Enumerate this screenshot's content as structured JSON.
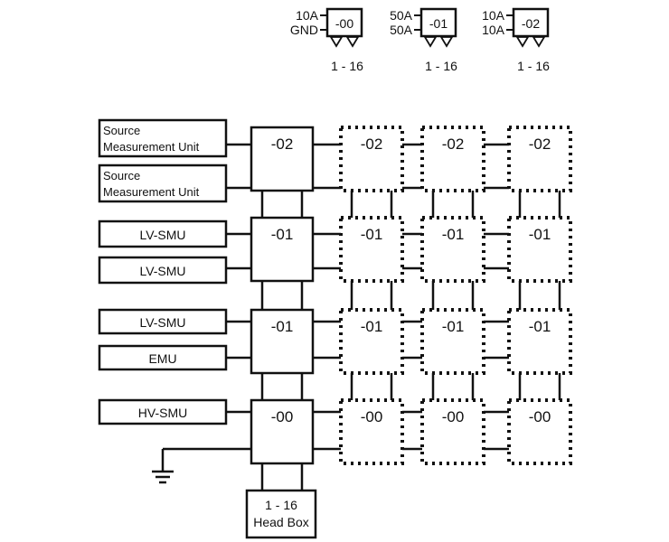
{
  "legend": {
    "items": [
      {
        "id": "-00",
        "inputs": [
          "10A",
          "GND"
        ],
        "range": "1  -  16"
      },
      {
        "id": "-01",
        "inputs": [
          "50A",
          "50A"
        ],
        "range": "1  -  16"
      },
      {
        "id": "-02",
        "inputs": [
          "10A",
          "10A"
        ],
        "range": "1  -  16"
      }
    ]
  },
  "instruments": [
    {
      "lines": [
        "Source",
        "Measurement Unit"
      ]
    },
    {
      "lines": [
        "Source",
        "Measurement Unit"
      ]
    },
    {
      "lines": [
        "LV-SMU"
      ]
    },
    {
      "lines": [
        "LV-SMU"
      ]
    },
    {
      "lines": [
        "LV-SMU"
      ]
    },
    {
      "lines": [
        "EMU"
      ]
    },
    {
      "lines": [
        "HV-SMU"
      ]
    }
  ],
  "matrix": {
    "rows": [
      "-02",
      "-01",
      "-01",
      "-00"
    ],
    "optional_columns": 3
  },
  "headbox": {
    "lines": [
      "1 - 16",
      "Head Box"
    ]
  },
  "ground_symbol": "ground-icon"
}
